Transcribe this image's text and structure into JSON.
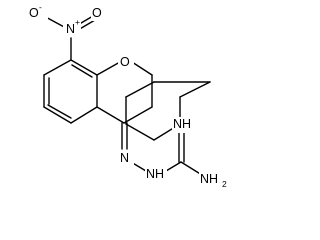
{
  "structure": {
    "atoms": {
      "nitro_o_minus": {
        "element": "O",
        "charge": "-"
      },
      "nitro_n_plus": {
        "element": "N",
        "charge": "+"
      },
      "nitro_o": {
        "element": "O"
      },
      "ring_o": {
        "element": "O"
      },
      "hydrazone_n": {
        "element": "N"
      },
      "hydrazone_nh": {
        "element": "NH"
      },
      "imine_nh": {
        "element": "NH"
      },
      "amine_nh2": {
        "element": "NH",
        "subscript": "2"
      }
    }
  }
}
